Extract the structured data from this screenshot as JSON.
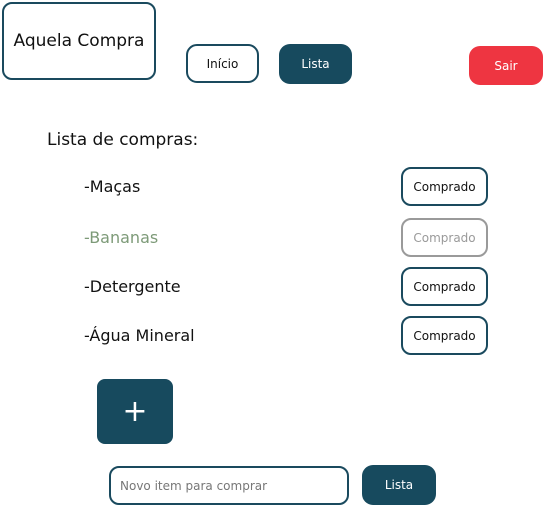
{
  "header": {
    "logo_text": "Aquela Compra",
    "nav": {
      "inicio_label": "Início",
      "lista_label": "Lista",
      "sair_label": "Sair"
    }
  },
  "list": {
    "title": "Lista de compras:",
    "items": [
      {
        "label": "-Maças",
        "button_label": "Comprado",
        "bought": false
      },
      {
        "label": "-Bananas",
        "button_label": "Comprado",
        "bought": true
      },
      {
        "label": "-Detergente",
        "button_label": "Comprado",
        "bought": false
      },
      {
        "label": "-Água Mineral",
        "button_label": "Comprado",
        "bought": false
      }
    ]
  },
  "add": {
    "icon": "plus-icon",
    "glyph": "+"
  },
  "new_item": {
    "placeholder": "Novo item para comprar",
    "value": "",
    "submit_label": "Lista"
  },
  "colors": {
    "primary": "#174a5e",
    "danger": "#ee3541",
    "bought_text": "#7d9a78",
    "disabled": "#9a9a9a"
  }
}
